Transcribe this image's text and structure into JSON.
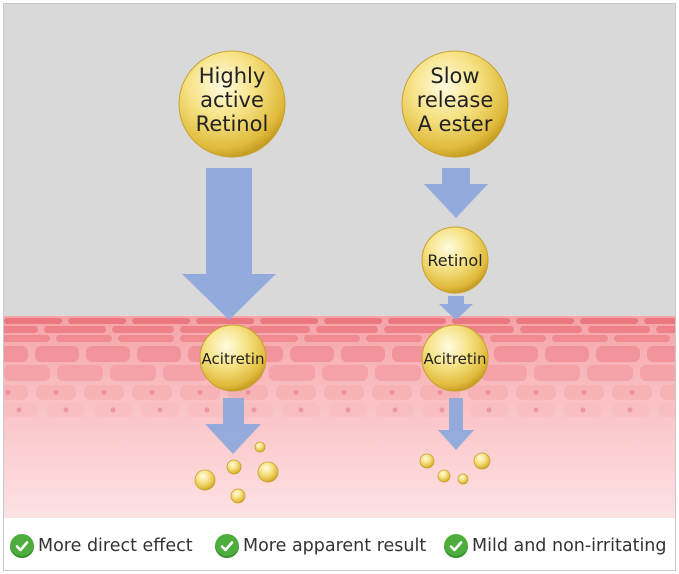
{
  "pathways": [
    {
      "source_label": [
        "Highly",
        "active",
        "Retinol"
      ],
      "skin_label": "Acitretin"
    },
    {
      "source_label": [
        "Slow",
        "release",
        "A ester"
      ],
      "intermediate_label": "Retinol",
      "skin_label": "Acitretin"
    }
  ],
  "benefits": [
    {
      "label": "More direct effect",
      "icon": "check-circle-icon"
    },
    {
      "label": "More apparent result",
      "icon": "check-circle-icon"
    },
    {
      "label": "Mild and non-irritating",
      "icon": "check-circle-icon"
    }
  ],
  "colors": {
    "background_top": "#d9d9da",
    "skin_top": "#f6a8ab",
    "skin_bottom": "#fde0e2",
    "arrow": "#8fa9dc",
    "capsule": "#f3d86a",
    "check": "#4dae3e"
  }
}
